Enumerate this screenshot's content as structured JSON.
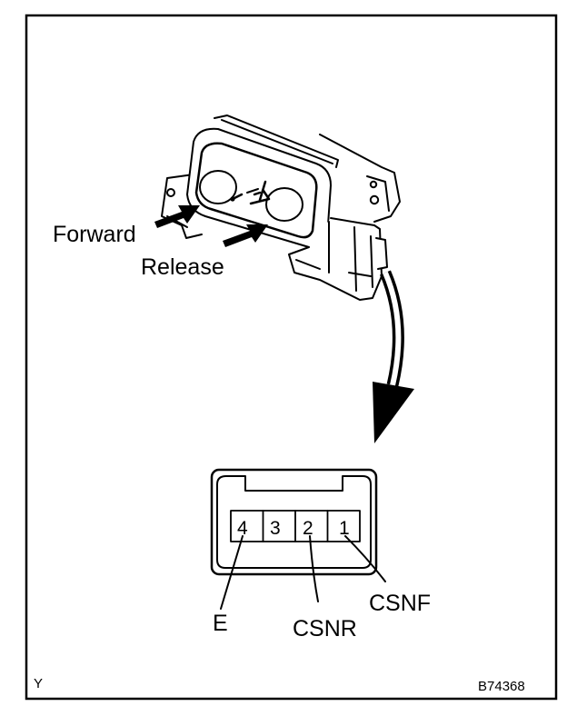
{
  "labels": {
    "forward": "Forward",
    "release": "Release",
    "pin_e": "E",
    "pin_csnr": "CSNR",
    "pin_csnf": "CSNF",
    "corner_code": "Y",
    "figure_id": "B74368"
  },
  "connector": {
    "pins": [
      "4",
      "3",
      "2",
      "1"
    ]
  }
}
